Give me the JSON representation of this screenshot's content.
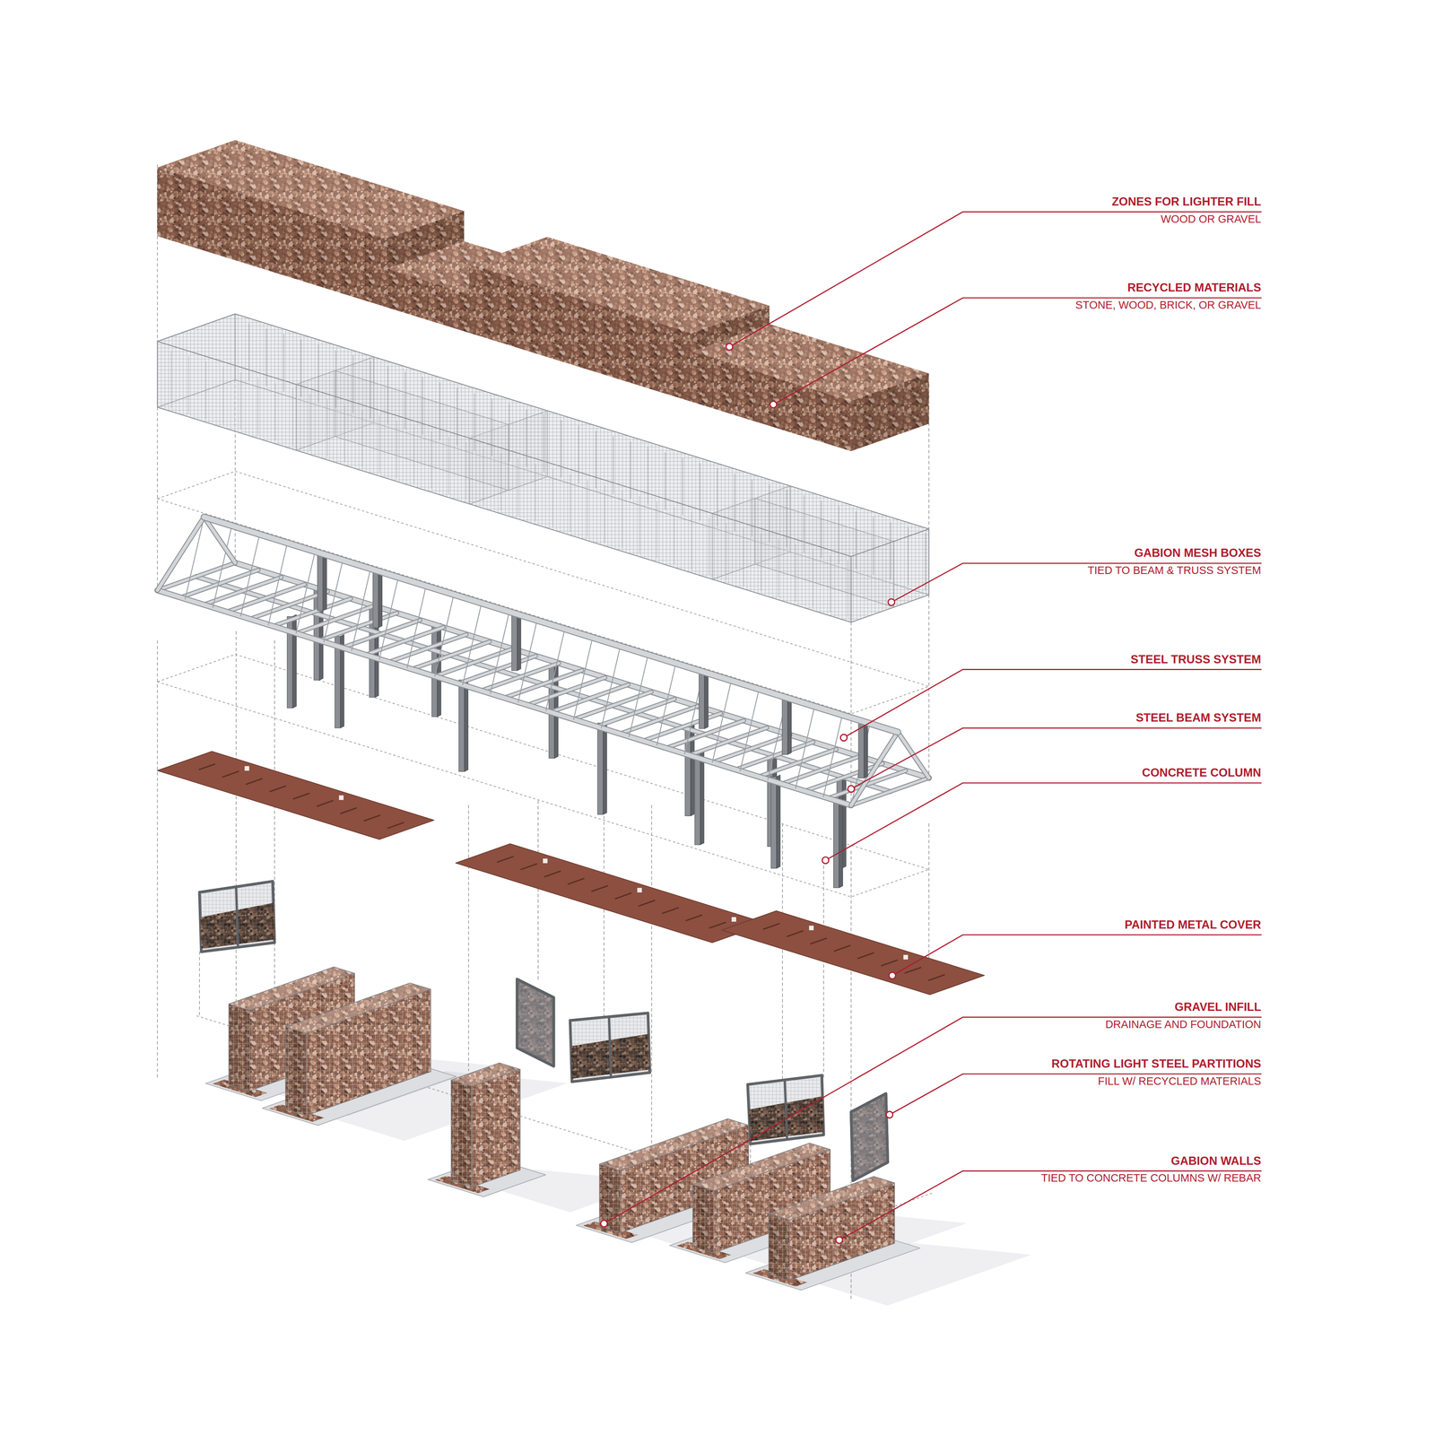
{
  "diagram": {
    "labels": [
      "ZONES FOR LIGHTER FILL",
      "WOOD OR GRAVEL",
      "RECYCLED MATERIALS",
      "STONE, WOOD, BRICK, OR GRAVEL",
      "GABION MESH BOXES",
      "TIED TO BEAM & TRUSS SYSTEM",
      "STEEL TRUSS SYSTEM",
      "STEEL BEAM SYSTEM",
      "CONCRETE COLUMN",
      "PAINTED METAL COVER",
      "GRAVEL INFILL",
      "DRAINAGE AND FOUNDATION",
      "ROTATING LIGHT STEEL PARTITIONS",
      "FILL W/ RECYCLED MATERIALS",
      "GABION WALLS",
      "TIED TO CONCRETE COLUMNS W/ REBAR"
    ]
  }
}
